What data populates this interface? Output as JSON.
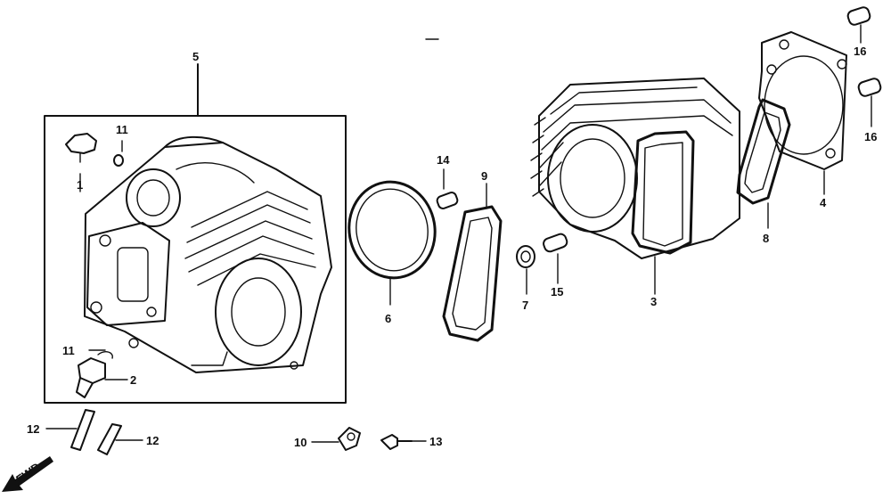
{
  "diagram": {
    "fwd_label": "FWD",
    "callouts": {
      "p1": "1",
      "p2": "2",
      "p3": "3",
      "p4": "4",
      "p5": "5",
      "p6": "6",
      "p7": "7",
      "p8": "8",
      "p9": "9",
      "p10": "10",
      "p11a": "11",
      "p11b": "11",
      "p12a": "12",
      "p12b": "12",
      "p13": "13",
      "p14": "14",
      "p15": "15",
      "p16a": "16",
      "p16b": "16"
    }
  }
}
